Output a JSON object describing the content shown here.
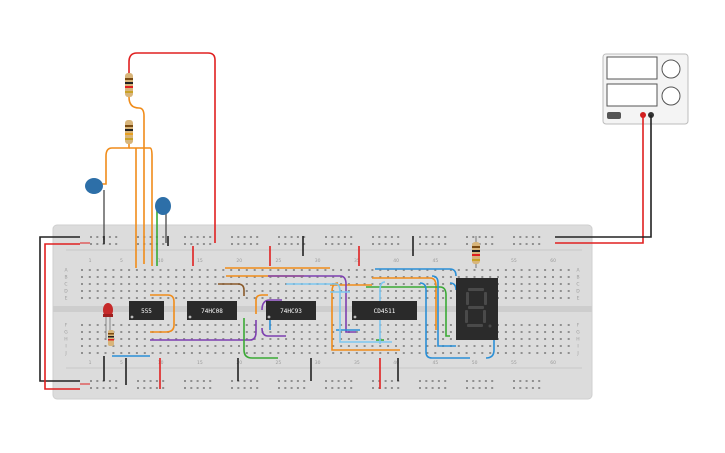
{
  "breadboard": {
    "column_numbers": [
      "1",
      "5",
      "10",
      "15",
      "20",
      "25",
      "30",
      "35",
      "40",
      "45",
      "50",
      "55",
      "60"
    ],
    "row_letters_top": [
      "A",
      "B",
      "C",
      "D",
      "E"
    ],
    "row_letters_bottom": [
      "F",
      "G",
      "H",
      "I",
      "J"
    ]
  },
  "chips": {
    "c555": "555",
    "and": "74HC08",
    "counter": "74HC93",
    "decoder": "CD4511"
  },
  "display": {
    "digit": "8"
  },
  "colors": {
    "wire_red": "#e02020",
    "wire_black": "#222222",
    "wire_orange": "#f08c1a",
    "wire_purple": "#7d3fb0",
    "wire_green": "#3aaa35",
    "wire_blue": "#2a8fd6",
    "wire_lightblue": "#7cc6f0",
    "wire_brown": "#8a5a2b",
    "breadboard": "#dedede",
    "chip": "#2a2a2a",
    "capacitor": "#2d6fa8"
  }
}
